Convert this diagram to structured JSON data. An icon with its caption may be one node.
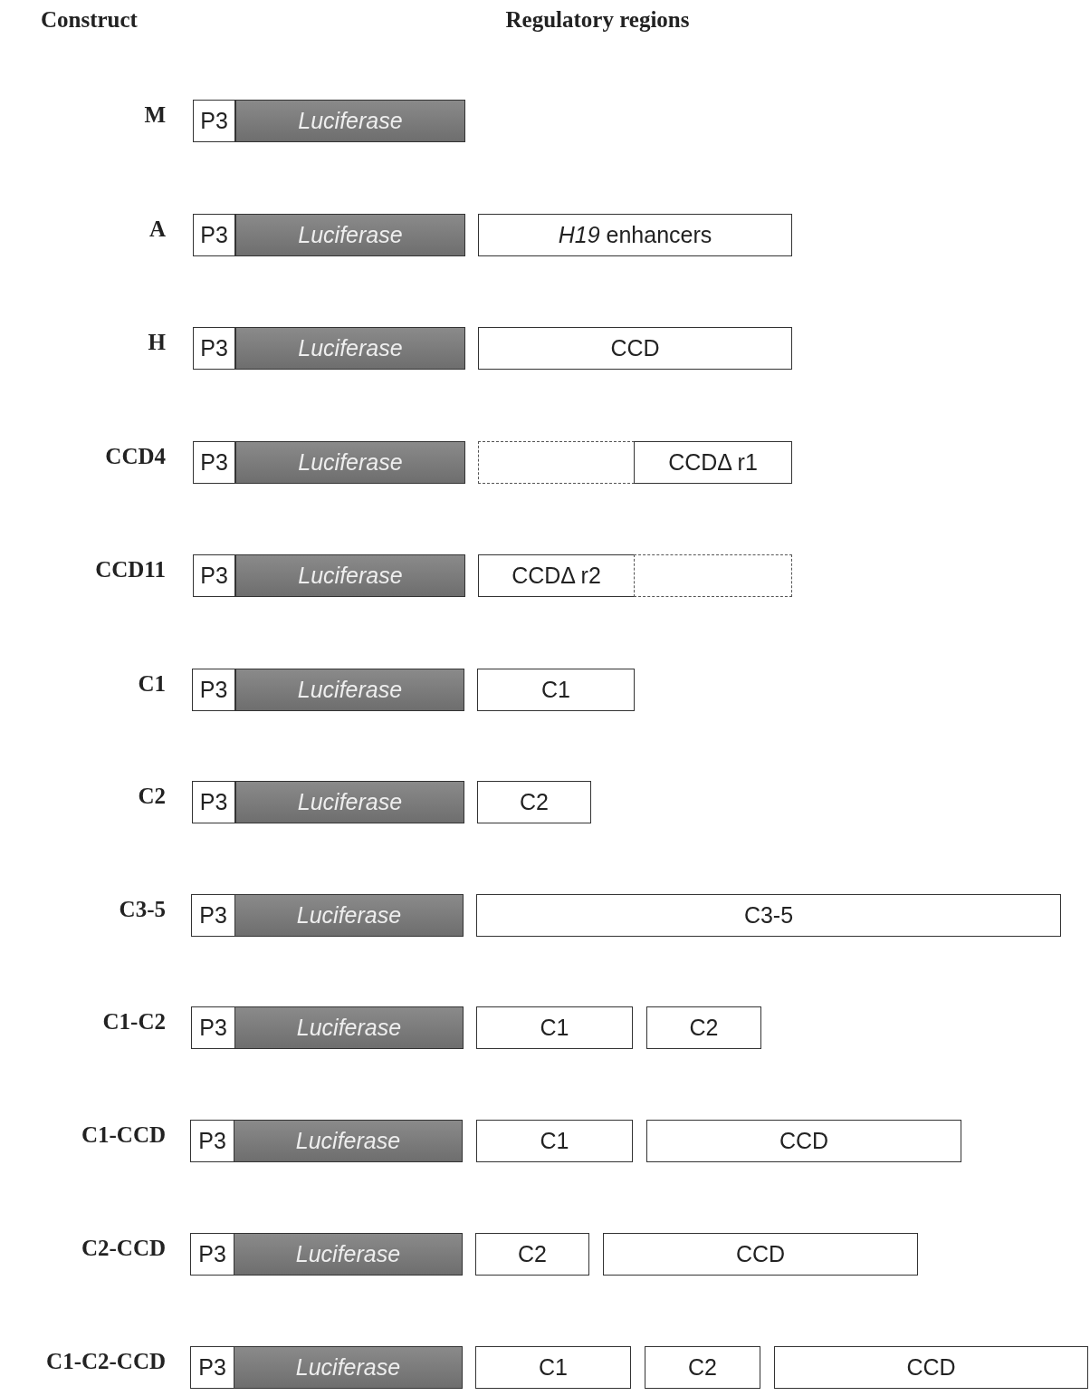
{
  "diagram": {
    "nodes": [
      {
        "text": [
          "P3"
        ],
        "beside": [
          "M"
        ]
      },
      {
        "text": [
          "Luciferase"
        ]
      },
      {
        "text": [
          "P3"
        ],
        "beside": [
          "A"
        ]
      },
      {
        "text": [
          "Luciferase"
        ]
      },
      {
        "text": [
          "*H19* enhancers"
        ]
      },
      {
        "text": [
          "P3"
        ],
        "beside": [
          "H"
        ]
      },
      {
        "text": [
          "Luciferase"
        ]
      },
      {
        "text": [
          "CCD"
        ]
      },
      {
        "text": [
          "P3"
        ],
        "beside": [
          "CCD4"
        ]
      },
      {
        "text": [
          "Luciferase"
        ]
      },
      {
        "text": [],
        "shape": "box"
      },
      {
        "text": [
          "CCDΔ r1"
        ]
      },
      {
        "text": [
          "P3"
        ],
        "beside": [
          "CCD11"
        ]
      },
      {
        "text": [
          "Luciferase"
        ]
      },
      {
        "text": [
          "CCDΔ r2"
        ]
      },
      {
        "text": [],
        "shape": "box"
      },
      {
        "text": [
          "P3"
        ],
        "beside": [
          "C1"
        ]
      },
      {
        "text": [
          "Luciferase"
        ]
      },
      {
        "text": [
          "C1"
        ]
      },
      {
        "text": [
          "P3"
        ],
        "beside": [
          "C2"
        ]
      },
      {
        "text": [
          "Luciferase"
        ]
      },
      {
        "text": [
          "C2"
        ]
      },
      {
        "text": [
          "P3"
        ],
        "beside": [
          "C3-5"
        ]
      },
      {
        "text": [
          "Luciferase"
        ]
      },
      {
        "text": [
          "C3-5"
        ]
      },
      {
        "text": [
          "P3"
        ],
        "beside": [
          "C1-C2"
        ]
      },
      {
        "text": [
          "Luciferase"
        ]
      },
      {
        "text": [
          "C1"
        ]
      },
      {
        "text": [
          "C2"
        ]
      },
      {
        "text": [
          "P3"
        ],
        "beside": [
          "C1-CCD"
        ]
      },
      {
        "text": [
          "Luciferase"
        ]
      },
      {
        "text": [
          "C1"
        ]
      },
      {
        "text": [
          "CCD"
        ]
      },
      {
        "text": [
          "P3"
        ],
        "beside": [
          "C2-CCD"
        ]
      },
      {
        "text": [
          "Luciferase"
        ]
      },
      {
        "text": [
          "C2"
        ]
      },
      {
        "text": [
          "CCD"
        ]
      },
      {
        "text": [
          "P3"
        ],
        "beside": [
          "C1-C2-CCD"
        ]
      },
      {
        "text": [
          "Luciferase"
        ]
      },
      {
        "text": [
          "C1"
        ]
      },
      {
        "text": [
          "C2"
        ]
      },
      {
        "text": [
          "CCD"
        ]
      }
    ],
    "labels": [
      "Construct",
      "Regulatory regions"
    ]
  }
}
